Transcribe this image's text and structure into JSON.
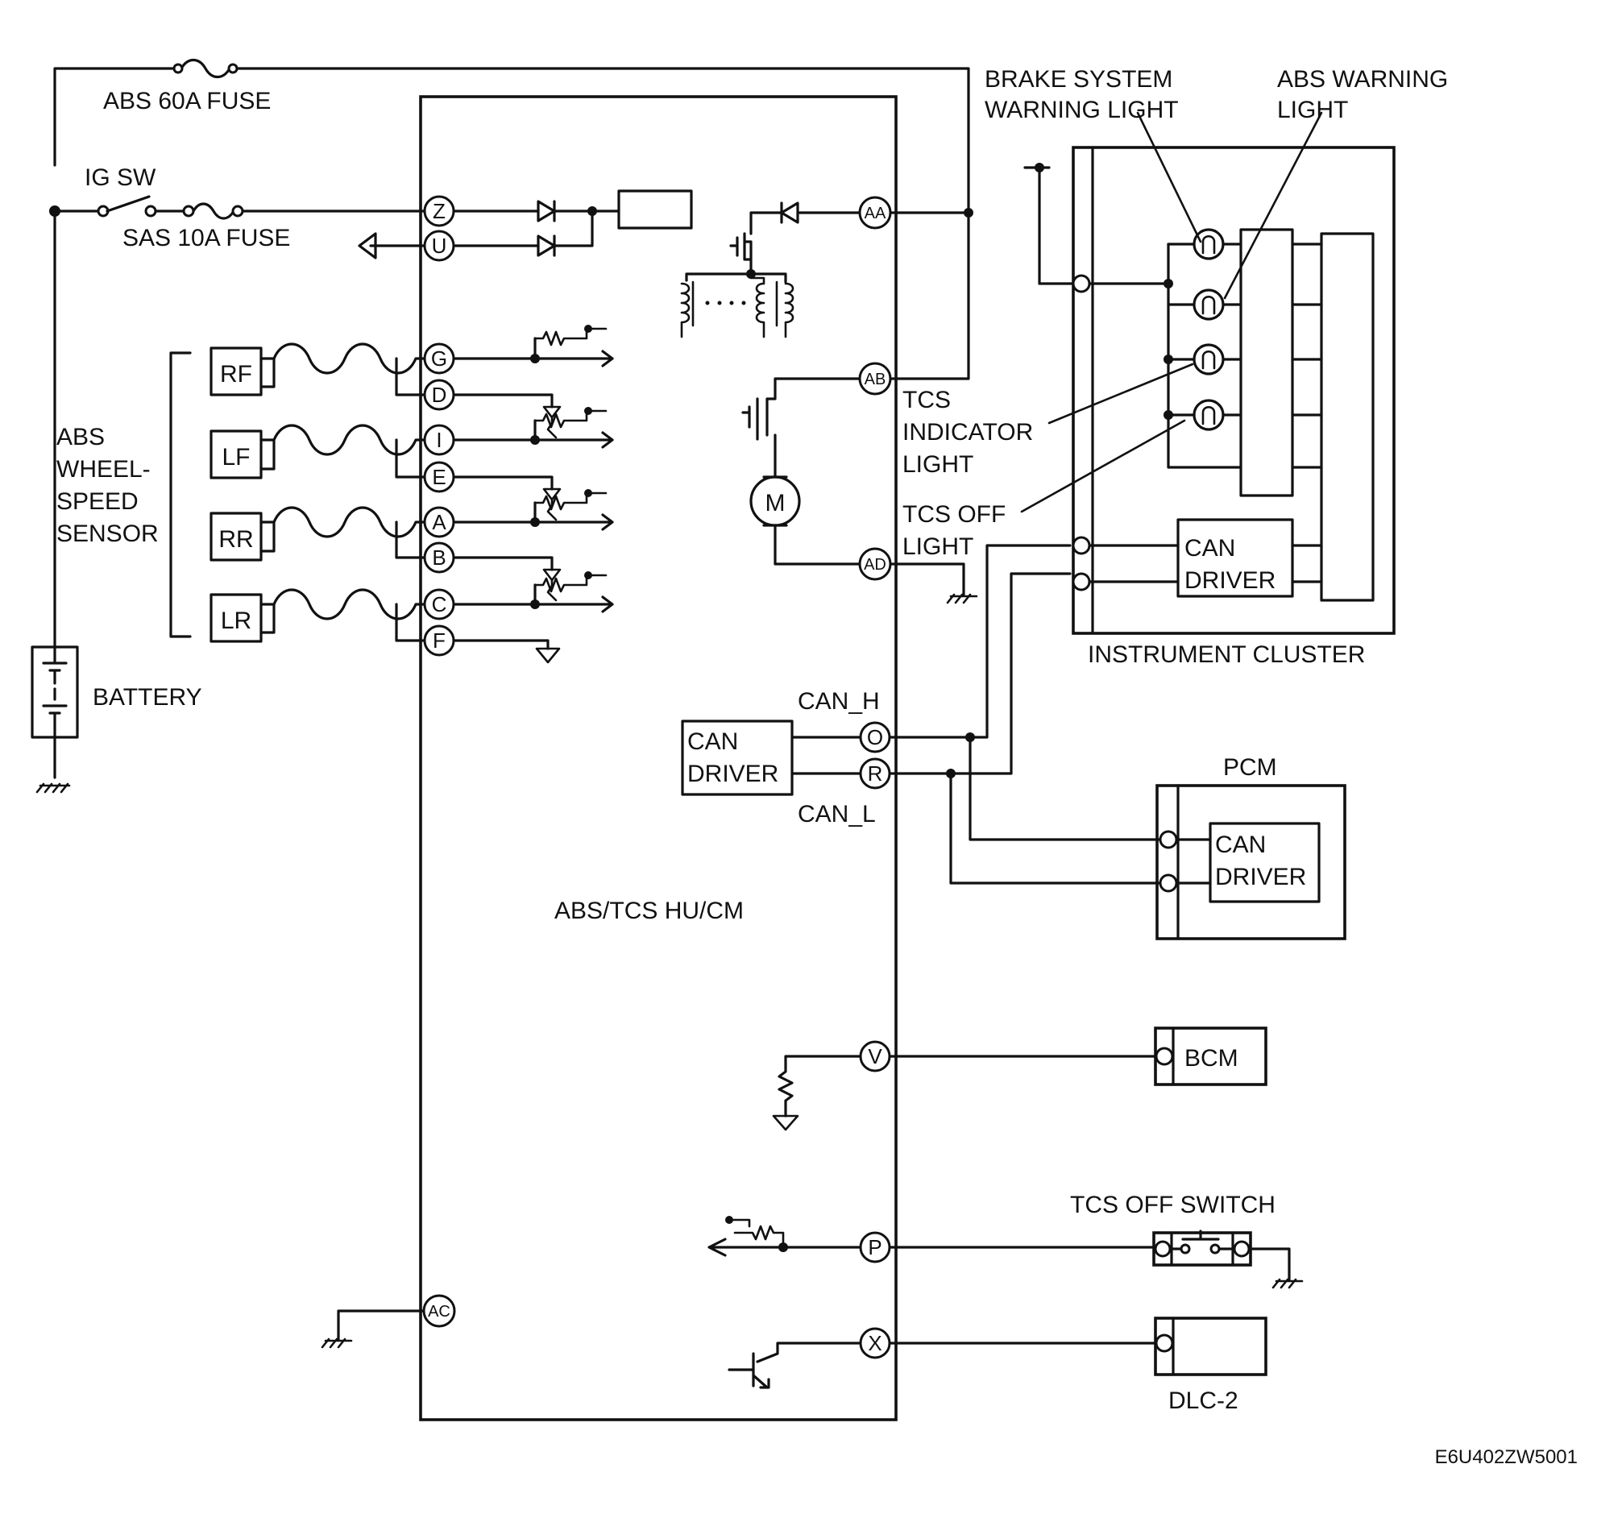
{
  "labels": {
    "abs_60a_fuse": "ABS 60A FUSE",
    "ig_sw": "IG SW",
    "sas_10a_fuse": "SAS 10A FUSE",
    "abs_wheel_speed_sensor": [
      "ABS",
      "WHEEL-",
      "SPEED",
      "SENSOR"
    ],
    "battery": "BATTERY",
    "brake_system_warning_light": [
      "BRAKE SYSTEM",
      "WARNING LIGHT"
    ],
    "abs_warning_light": [
      "ABS WARNING",
      "LIGHT"
    ],
    "tcs_indicator_light": [
      "TCS",
      "INDICATOR",
      "LIGHT"
    ],
    "tcs_off_light": [
      "TCS OFF",
      "LIGHT"
    ],
    "instrument_cluster": "INSTRUMENT CLUSTER",
    "can_h": "CAN_H",
    "can_l": "CAN_L",
    "abs_tcs_module": "ABS/TCS  HU/CM",
    "pcm": "PCM",
    "bcm": "BCM",
    "tcs_off_switch": "TCS OFF SWITCH",
    "dlc2": "DLC-2",
    "figure_code": "E6U402ZW5001"
  },
  "can_driver": [
    "CAN",
    "DRIVER"
  ],
  "sensors": [
    "RF",
    "LF",
    "RR",
    "LR"
  ],
  "motor": "M",
  "pins": {
    "z": "Z",
    "u": "U",
    "g": "G",
    "d": "D",
    "i": "I",
    "e": "E",
    "a": "A",
    "b": "B",
    "c": "C",
    "f": "F",
    "aa": "AA",
    "ab": "AB",
    "ad": "AD",
    "o": "O",
    "r": "R",
    "v": "V",
    "p": "P",
    "x": "X",
    "ac": "AC"
  }
}
